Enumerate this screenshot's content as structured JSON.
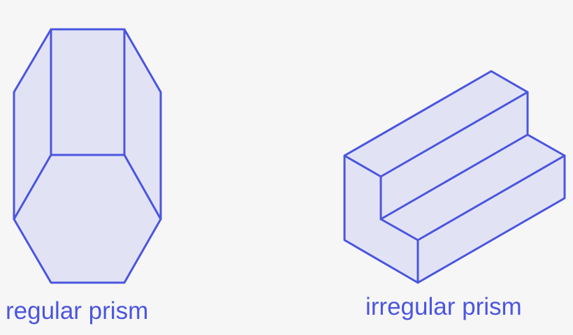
{
  "figures": [
    {
      "id": "regular",
      "caption": "regular prism"
    },
    {
      "id": "irregular",
      "caption": "irregular prism"
    }
  ],
  "style": {
    "stroke_color": "#4b55df",
    "fill_color": "#e1e3f4",
    "background": "#f6f6f6"
  }
}
